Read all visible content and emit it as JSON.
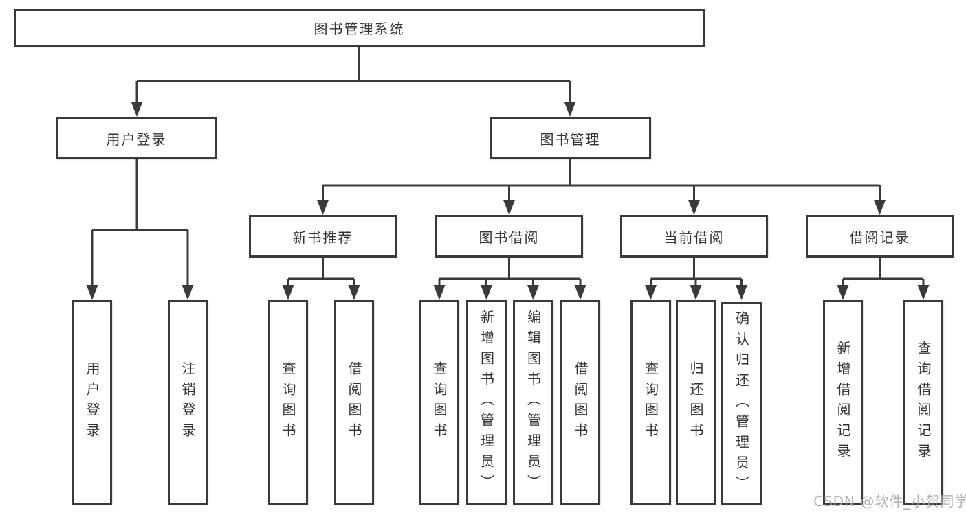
{
  "nodes": {
    "root": {
      "label": "图书管理系统"
    },
    "user_login": {
      "label": "用户登录"
    },
    "book_management": {
      "label": "图书管理"
    },
    "new_book_recommend": {
      "label": "新书推荐"
    },
    "book_borrowing": {
      "label": "图书借阅"
    },
    "current_borrowing": {
      "label": "当前借阅"
    },
    "borrowing_records": {
      "label": "借阅记录"
    },
    "leaves": {
      "user_login": {
        "label": "用户登录"
      },
      "logout": {
        "label": "注销登录"
      },
      "nbr_query_books": {
        "label": "查询图书"
      },
      "nbr_borrow_books": {
        "label": "借阅图书"
      },
      "bb_query_books": {
        "label": "查询图书"
      },
      "bb_add_books": {
        "label": "新增图书（管理员）"
      },
      "bb_edit_books": {
        "label": "编辑图书（管理员）"
      },
      "bb_borrow_books": {
        "label": "借阅图书"
      },
      "cb_query_books": {
        "label": "查询图书"
      },
      "cb_return_books": {
        "label": "归还图书"
      },
      "cb_confirm_return": {
        "label": "确认归还（管理员）"
      },
      "br_add_record": {
        "label": "新增借阅记录"
      },
      "br_query_record": {
        "label": "查询借阅记录"
      }
    }
  },
  "colors": {
    "line": "#3a3a3a",
    "text": "#333333",
    "box_background": "#ffffff",
    "watermark": "#a8a8a8",
    "background": "#ffffff"
  },
  "watermark": {
    "text": "CSDN @软件_小贺同学"
  }
}
